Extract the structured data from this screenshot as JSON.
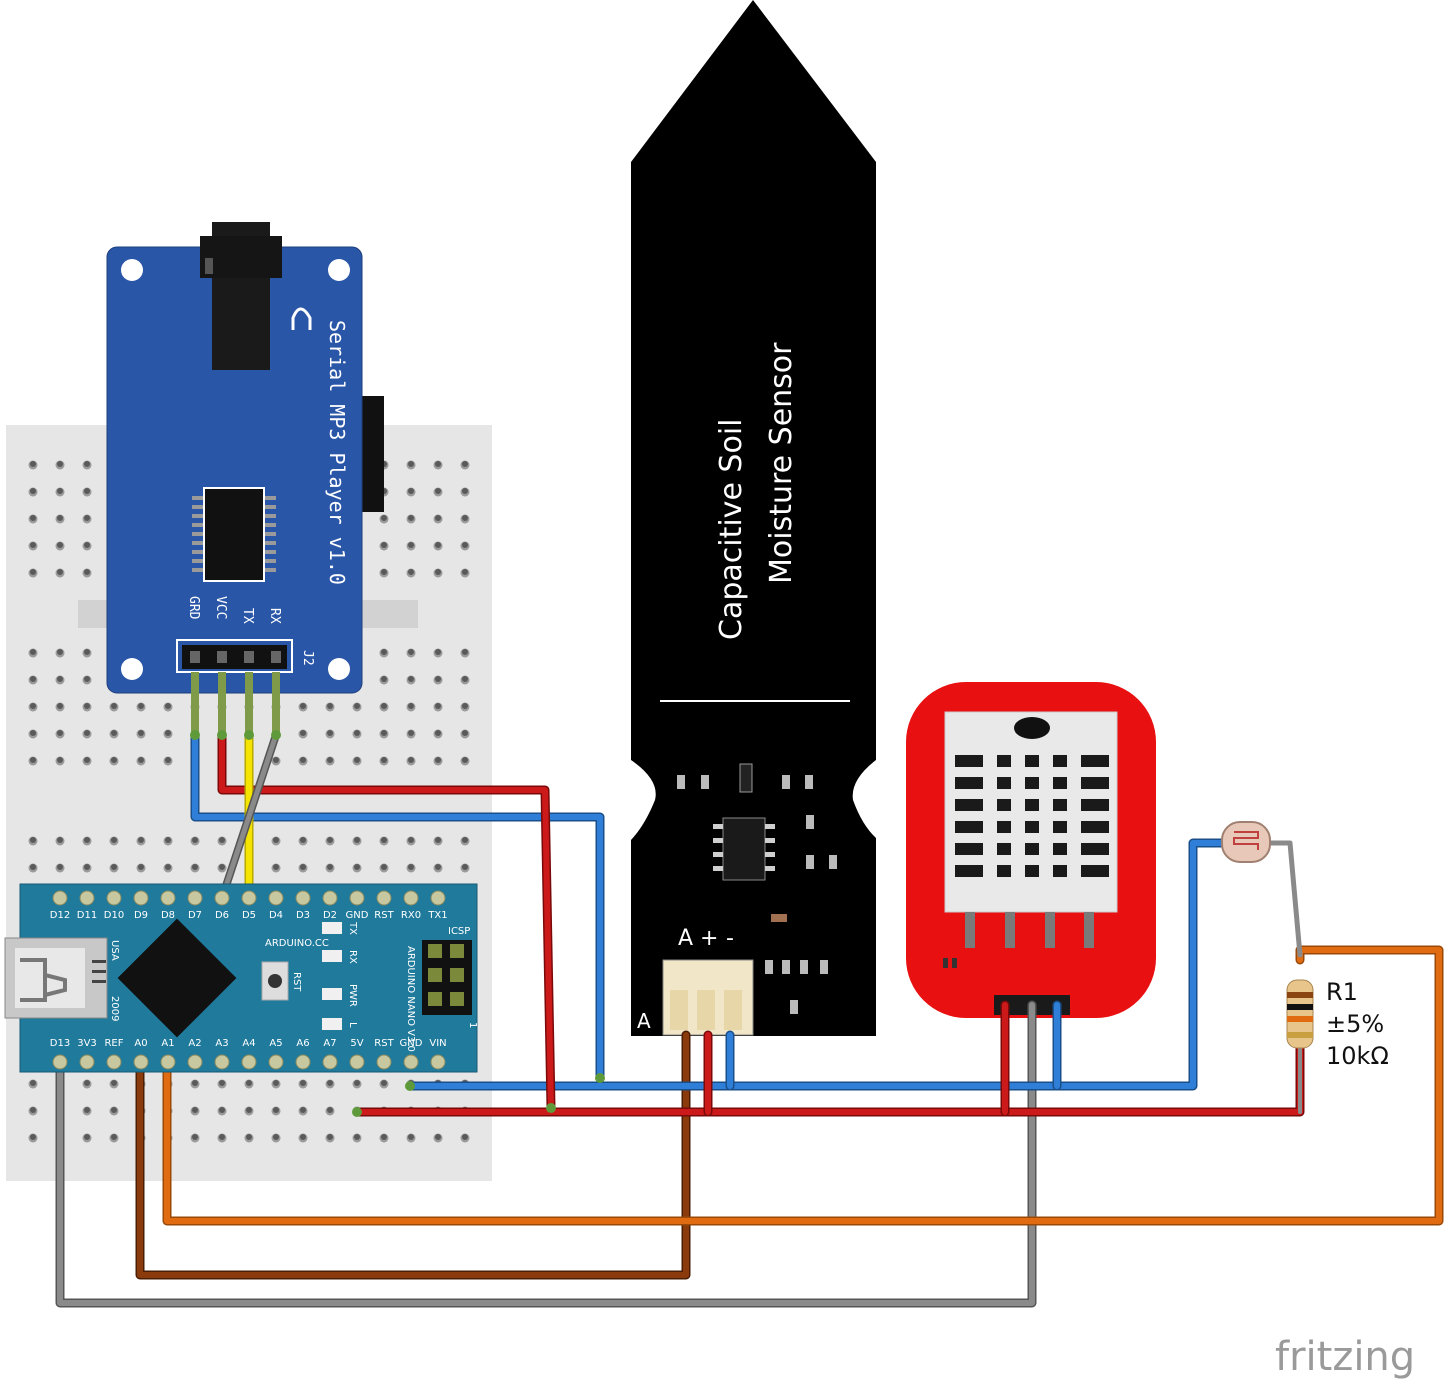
{
  "mp3_player": {
    "title": "Serial MP3 Player v1.0",
    "pins": [
      "GRD",
      "VCC",
      "TX",
      "RX"
    ],
    "connector": "J2"
  },
  "soil_sensor": {
    "line1": "Capacitive Soil",
    "line2": "Moisture Sensor",
    "pin_marks": [
      "A",
      "+",
      "-"
    ],
    "corner_label": "A"
  },
  "arduino": {
    "top_pins": [
      "D12",
      "D11",
      "D10",
      "D9",
      "D8",
      "D7",
      "D6",
      "D5",
      "D4",
      "D3",
      "D2",
      "GND",
      "RST",
      "RX0",
      "TX1"
    ],
    "bottom_pins": [
      "D13",
      "3V3",
      "REF",
      "A0",
      "A1",
      "A2",
      "A3",
      "A4",
      "A5",
      "A6",
      "A7",
      "5V",
      "RST",
      "GND",
      "VIN"
    ],
    "website": "ARDUINO.CC",
    "usa": "USA",
    "year": "2009",
    "name": "ARDUINO NANO V3.0",
    "rst_label": "RST",
    "icsp": "ICSP",
    "leds": [
      "TX",
      "RX",
      "PWR",
      "L"
    ],
    "one_mark": "1"
  },
  "resistor": {
    "name": "R1",
    "tolerance": "±5%",
    "value": "10kΩ"
  },
  "watermark": "fritzing",
  "colors": {
    "wire_red": "#cc1a1a",
    "wire_blue": "#2f7fd8",
    "wire_orange": "#e06b10",
    "wire_brown": "#8b3a0c",
    "wire_gray": "#8a8a8a",
    "wire_yellow": "#f5e400",
    "mp3_board": "#2a56a8",
    "arduino_board": "#1f7a9c",
    "dht_board": "#e81010"
  }
}
